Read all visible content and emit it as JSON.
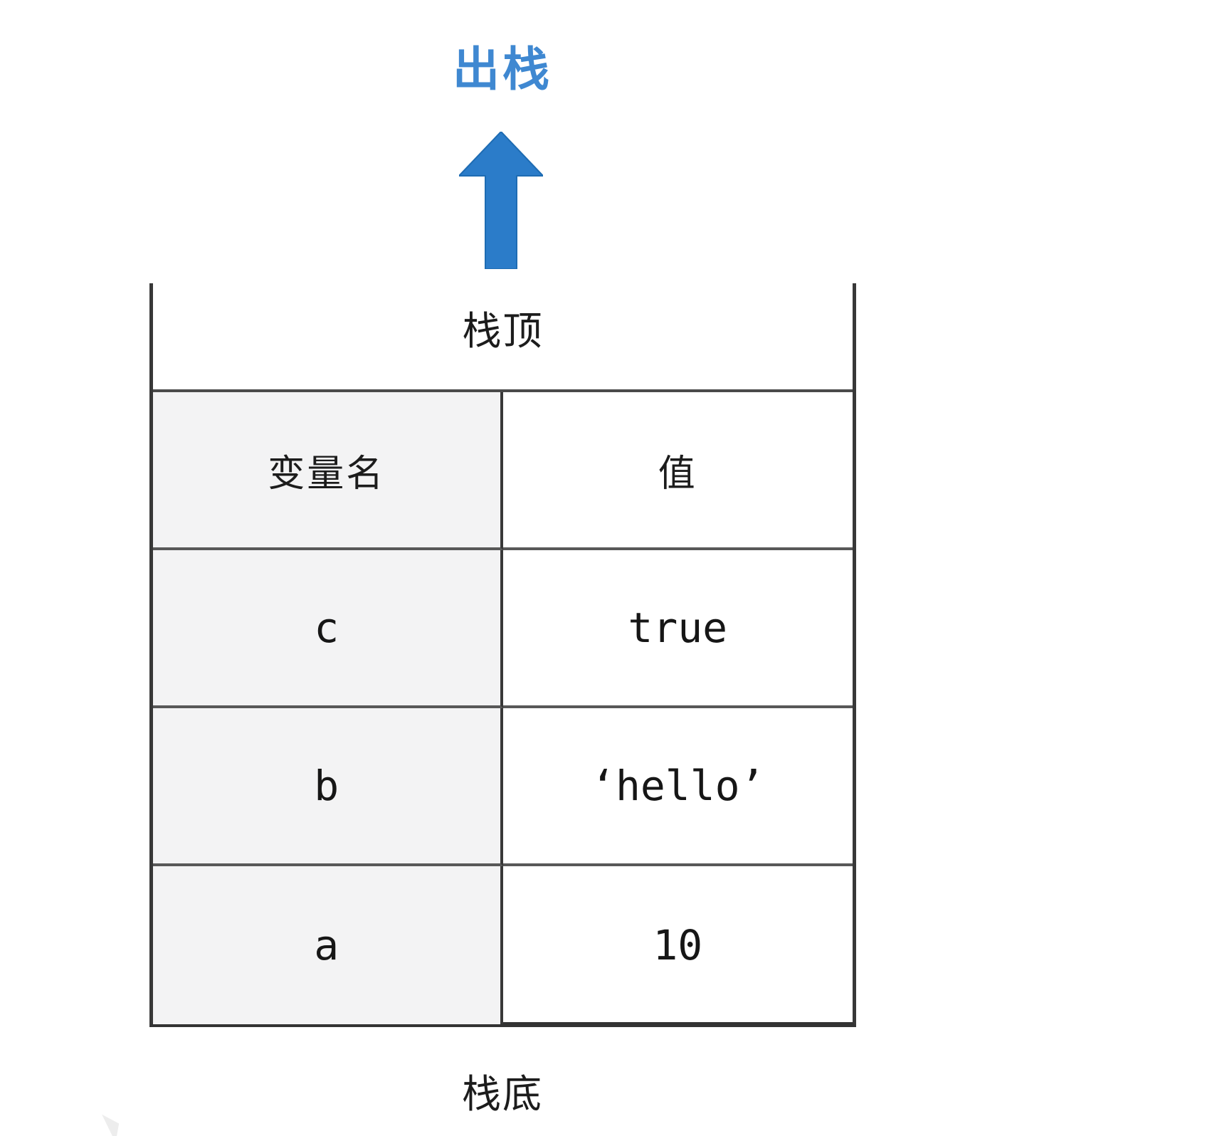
{
  "diagram": {
    "pop_label": "出栈",
    "stack_top_label": "栈顶",
    "stack_bottom_label": "栈底"
  },
  "table": {
    "headers": {
      "name": "变量名",
      "value": "值"
    },
    "rows": [
      {
        "name": "c",
        "value": "true"
      },
      {
        "name": "b",
        "value": "‘hello’"
      },
      {
        "name": "a",
        "value": "10"
      }
    ]
  },
  "icons": {
    "pop_arrow": "arrow-up-icon"
  },
  "colors": {
    "pop_text": "#3f88d1",
    "arrow_fill": "#2b7cc9",
    "arrow_edge": "#1e6cb3",
    "container_border": "#383838",
    "table_line": "#4a4a4a",
    "row_line": "#585858",
    "name_column_bg": "#f3f3f4",
    "text": "#1c1c1c"
  }
}
